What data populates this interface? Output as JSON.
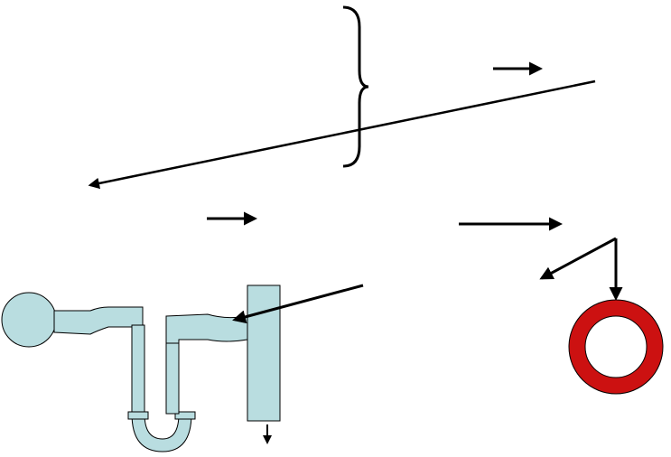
{
  "diagram": {
    "colors": {
      "background": "#ffffff",
      "stroke": "#000000",
      "pipe_fill": "#b9dde0",
      "pipe_outline": "#000000",
      "ring_fill": "#cc1111",
      "ring_hole": "#ffffff"
    },
    "elements": [
      "curly-brace",
      "small-arrow-right-top",
      "long-diagonal-arrow",
      "small-arrow-right-middle",
      "medium-arrow-right",
      "branching-arrow",
      "arrow-to-pipe",
      "drain-trap-pipe",
      "drain-outlet-arrow",
      "red-ring"
    ]
  }
}
